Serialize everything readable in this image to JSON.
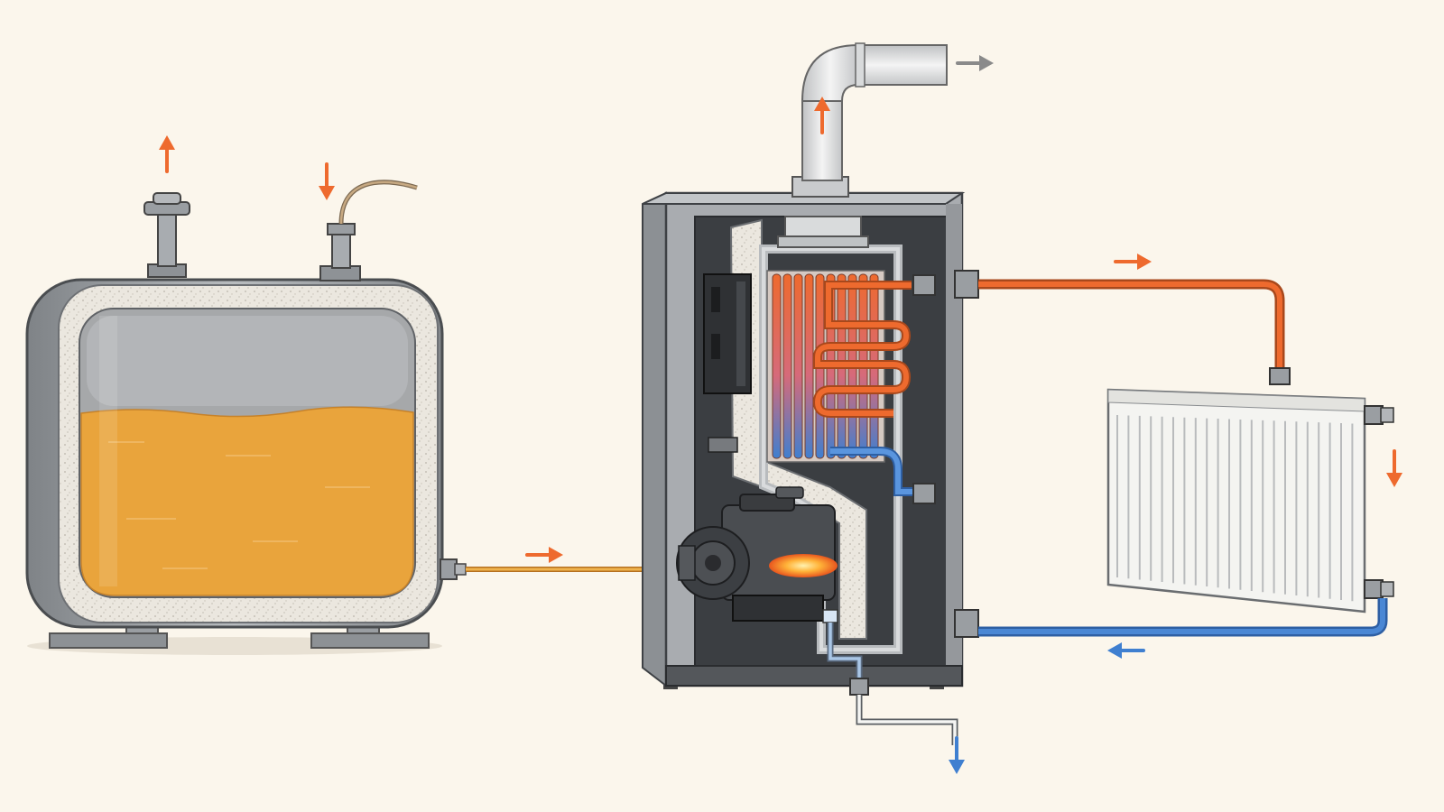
{
  "colors": {
    "background": "#fbf6ec",
    "oil": "#e9a43c",
    "hot_flow": "#ee6a2e",
    "cold_flow": "#3f7fd0",
    "flue_gas": "#8a8a8a",
    "metal": "#9ea2a6",
    "insulation": "#ebe7df",
    "boiler_shell": "#a9acb0",
    "radiator": "#f4f4f1"
  },
  "icons": {
    "tank_vent_arrow": "arrow-up",
    "tank_fill_arrow": "arrow-down",
    "fuel_line_arrow": "arrow-right",
    "flue_up_arrow": "arrow-up",
    "flue_out_arrow": "arrow-right",
    "supply_arrow": "arrow-right",
    "radiator_arrow": "arrow-down",
    "return_arrow": "arrow-left",
    "drain_arrow": "arrow-down"
  },
  "components": [
    "oil-storage-tank",
    "fuel-line",
    "boiler",
    "burner",
    "heat-exchanger",
    "flue-pipe",
    "supply-pipe",
    "radiator",
    "return-pipe",
    "condensate-drain"
  ]
}
